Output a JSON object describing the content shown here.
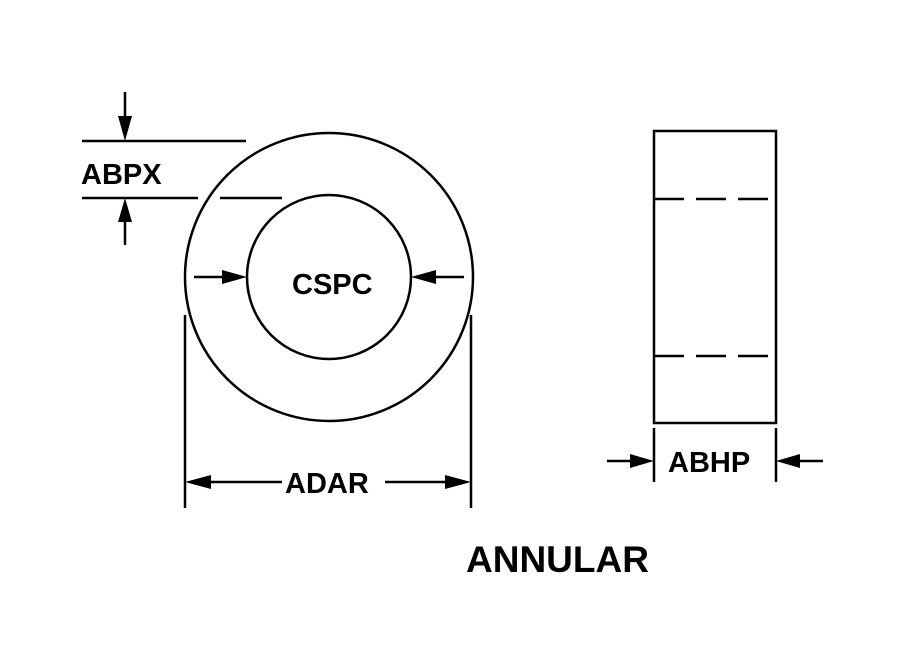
{
  "labels": {
    "wall_thickness": "ABPX",
    "inner_diameter": "CSPC",
    "outer_diameter": "ADAR",
    "height": "ABHP",
    "shape_name": "ANNULAR"
  },
  "colors": {
    "line": "#000000",
    "background": "#ffffff"
  }
}
